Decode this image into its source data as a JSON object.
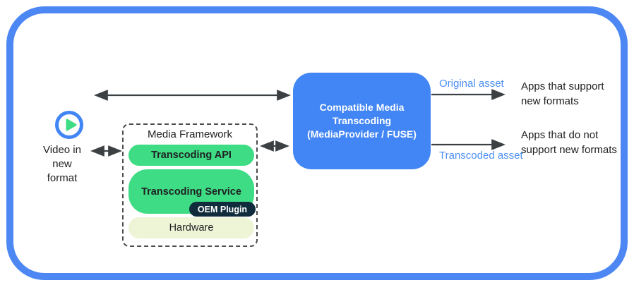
{
  "source": {
    "label": "Video in\nnew\nformat"
  },
  "framework": {
    "title": "Media Framework",
    "layers": [
      {
        "label": "Transcoding API"
      },
      {
        "label": "Transcoding Service"
      },
      {
        "label": "OEM Plugin"
      },
      {
        "label": "Hardware"
      }
    ]
  },
  "transcoder": {
    "label": "Compatible Media\nTranscoding\n(MediaProvider / FUSE)"
  },
  "outputs": [
    {
      "asset_label": "Original asset",
      "target_label": "Apps that support\nnew formats"
    },
    {
      "asset_label": "Transcoded asset",
      "target_label": "Apps that do not\nsupport new formats"
    }
  ],
  "icons": {
    "play": "▶"
  },
  "colors": {
    "frame_blue": "#4c87f3",
    "box_blue": "#4285f4",
    "pill_green": "#3edc84",
    "oem_navy": "#0f2b3c",
    "hardware_cream": "#eef4d6",
    "asset_label_blue": "#4d8ff2",
    "text_dark": "#202124",
    "arrow_gray": "#3c4043"
  }
}
